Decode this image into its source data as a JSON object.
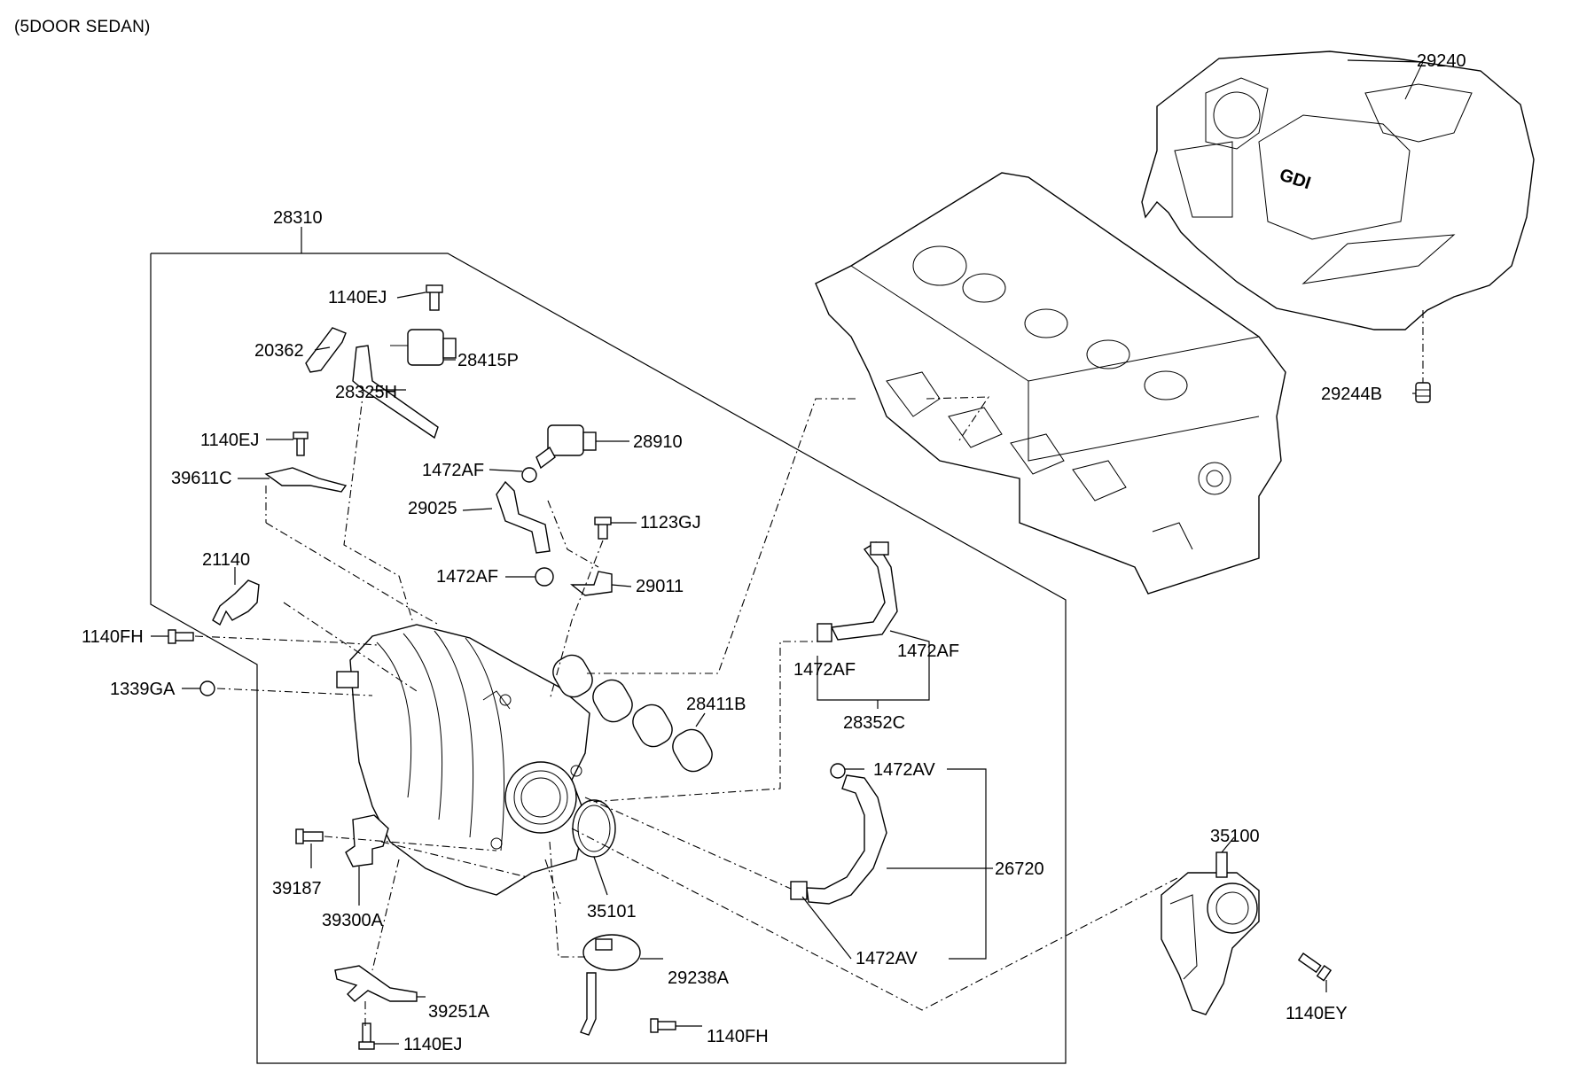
{
  "header": {
    "variant": "(5DOOR SEDAN)"
  },
  "cover_logo": "GDI",
  "callouts": [
    {
      "id": "28310",
      "label": "28310"
    },
    {
      "id": "29240",
      "label": "29240"
    },
    {
      "id": "29244B",
      "label": "29244B"
    },
    {
      "id": "1140EJ_a",
      "label": "1140EJ"
    },
    {
      "id": "20362",
      "label": "20362"
    },
    {
      "id": "28415P",
      "label": "28415P"
    },
    {
      "id": "28325H",
      "label": "28325H"
    },
    {
      "id": "1140EJ_b",
      "label": "1140EJ"
    },
    {
      "id": "39611C",
      "label": "39611C"
    },
    {
      "id": "28910",
      "label": "28910"
    },
    {
      "id": "1472AF_a",
      "label": "1472AF"
    },
    {
      "id": "29025",
      "label": "29025"
    },
    {
      "id": "1123GJ",
      "label": "1123GJ"
    },
    {
      "id": "1472AF_b",
      "label": "1472AF"
    },
    {
      "id": "29011",
      "label": "29011"
    },
    {
      "id": "21140",
      "label": "21140"
    },
    {
      "id": "1140FH_a",
      "label": "1140FH"
    },
    {
      "id": "1339GA",
      "label": "1339GA"
    },
    {
      "id": "28411B",
      "label": "28411B"
    },
    {
      "id": "1472AF_c",
      "label": "1472AF"
    },
    {
      "id": "1472AF_d",
      "label": "1472AF"
    },
    {
      "id": "28352C",
      "label": "28352C"
    },
    {
      "id": "1472AV_a",
      "label": "1472AV"
    },
    {
      "id": "26720",
      "label": "26720"
    },
    {
      "id": "1472AV_b",
      "label": "1472AV"
    },
    {
      "id": "39187",
      "label": "39187"
    },
    {
      "id": "39300A",
      "label": "39300A"
    },
    {
      "id": "35101",
      "label": "35101"
    },
    {
      "id": "29238A",
      "label": "29238A"
    },
    {
      "id": "39251A",
      "label": "39251A"
    },
    {
      "id": "1140FH_b",
      "label": "1140FH"
    },
    {
      "id": "1140EJ_c",
      "label": "1140EJ"
    },
    {
      "id": "35100",
      "label": "35100"
    },
    {
      "id": "1140EY",
      "label": "1140EY"
    }
  ]
}
